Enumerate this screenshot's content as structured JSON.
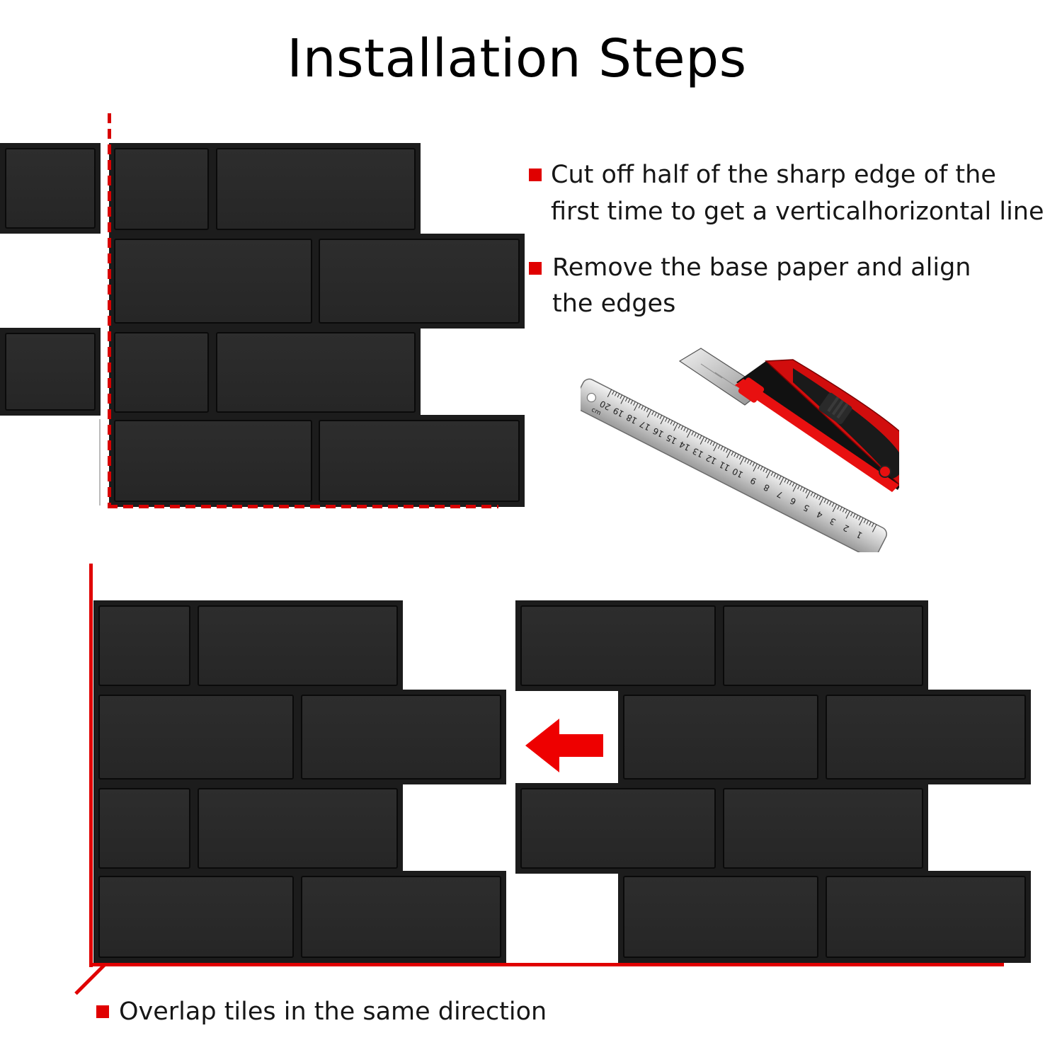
{
  "title": "Installation Steps",
  "steps": [
    "Cut off half of the sharp edge of the first time to get a verticalhorizontal line",
    "Remove the base paper and align the edges",
    "Overlap tiles in the same direction"
  ],
  "step_lines": {
    "s1a": "Cut off half of the sharp edge of the",
    "s1b": "first time to get a verticalhorizontal line",
    "s2a": "Remove the base paper and align",
    "s2b": "the edges",
    "s3": "Overlap tiles in the same direction"
  },
  "ruler_numbers": [
    "1",
    "2",
    "3",
    "4",
    "5",
    "6",
    "7",
    "8",
    "9",
    "10",
    "11",
    "12",
    "13",
    "14",
    "15",
    "16",
    "17",
    "18",
    "19",
    "20"
  ],
  "ruler_unit": "cm",
  "colors": {
    "accent": "#e00000",
    "tile": "#1c1c1c"
  },
  "icons": [
    "arrow-left-icon",
    "ruler-icon",
    "utility-knife-icon"
  ]
}
